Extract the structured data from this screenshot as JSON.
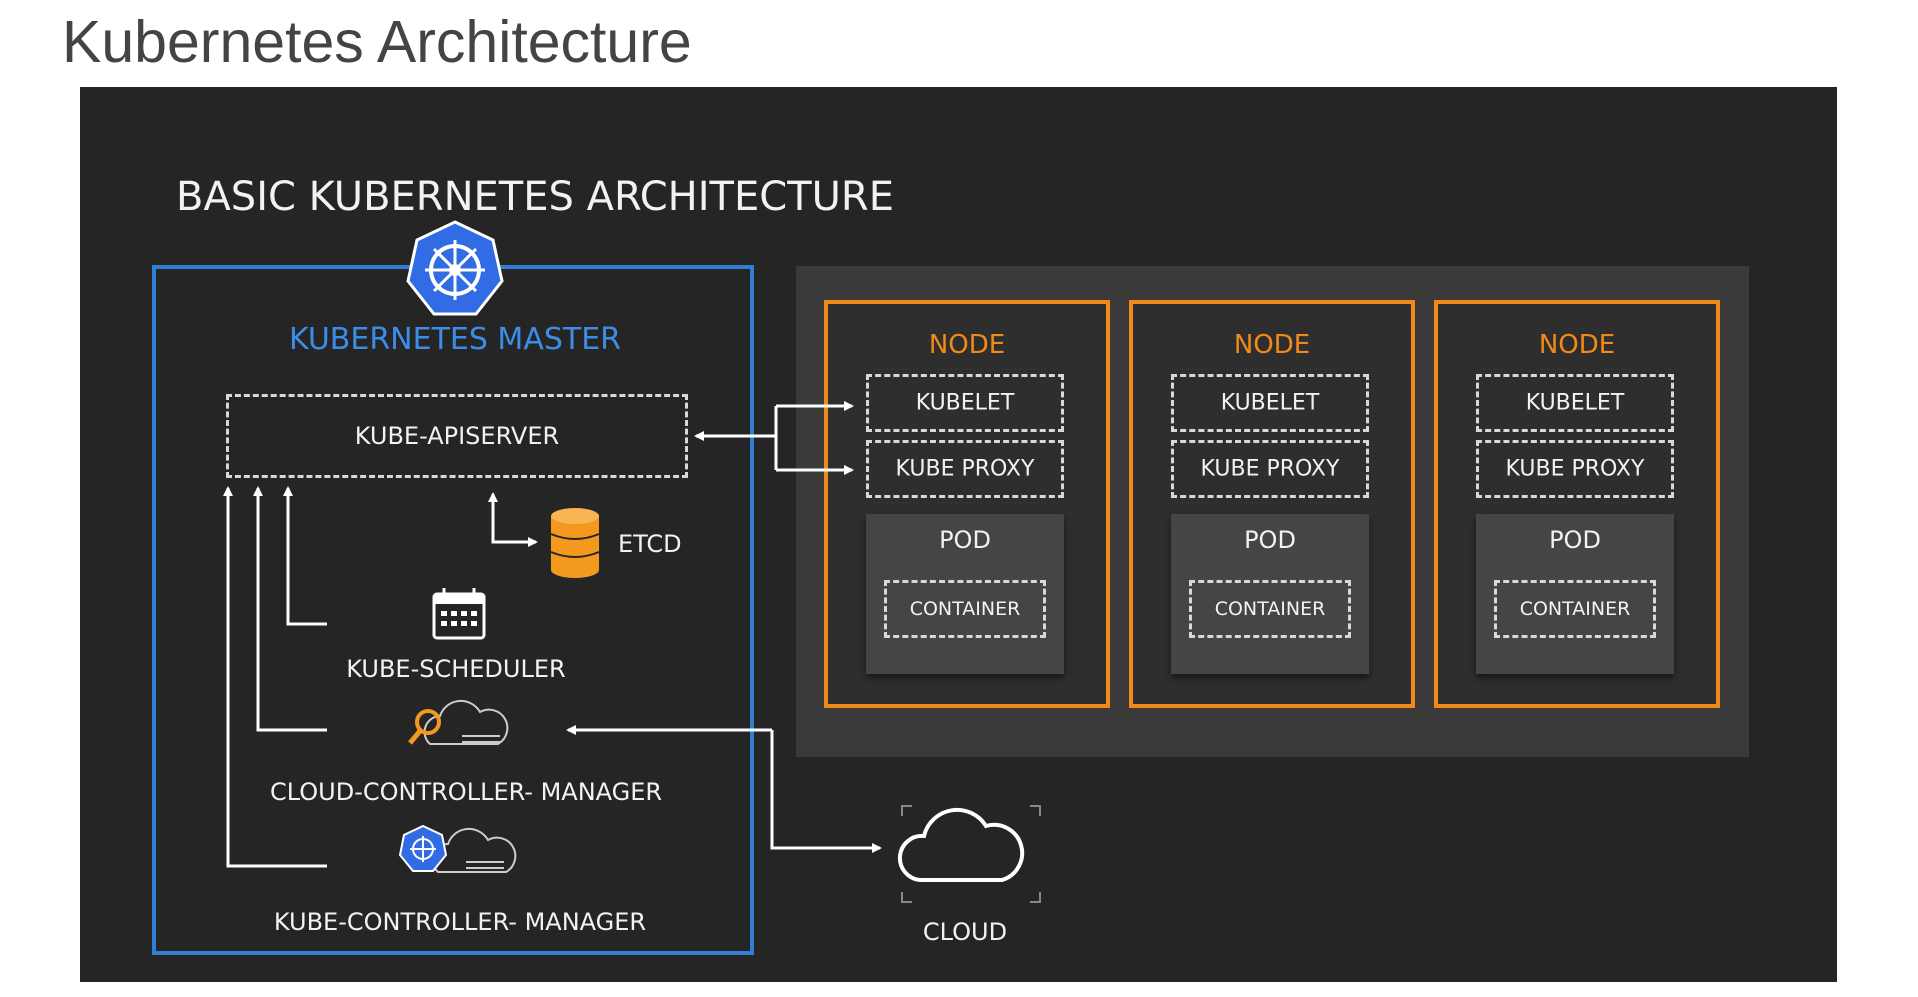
{
  "slide_title": "Kubernetes Architecture",
  "diagram": {
    "heading": "BASIC KUBERNETES ARCHITECTURE",
    "master": {
      "label": "KUBERNETES MASTER",
      "apiserver": "KUBE-APISERVER",
      "etcd": "ETCD",
      "scheduler": "KUBE-SCHEDULER",
      "cloud_controller_manager": "CLOUD-CONTROLLER- MANAGER",
      "kube_controller_manager": "KUBE-CONTROLLER- MANAGER"
    },
    "nodes": [
      {
        "title": "NODE",
        "kubelet": "KUBELET",
        "proxy": "KUBE PROXY",
        "pod": "POD",
        "container": "CONTAINER"
      },
      {
        "title": "NODE",
        "kubelet": "KUBELET",
        "proxy": "KUBE PROXY",
        "pod": "POD",
        "container": "CONTAINER"
      },
      {
        "title": "NODE",
        "kubelet": "KUBELET",
        "proxy": "KUBE PROXY",
        "pod": "POD",
        "container": "CONTAINER"
      }
    ],
    "cloud": "CLOUD"
  },
  "colors": {
    "panel_background": "#252525",
    "master_border": "#2f7fd9",
    "node_border": "#f08a19",
    "etcd_icon": "#f39a1e",
    "text": "#f2f2f2"
  },
  "icons": [
    "kubernetes-wheel-icon",
    "database-icon",
    "calendar-icon",
    "cloud-magnifier-icon",
    "kubernetes-cloud-icon",
    "cloud-icon"
  ]
}
